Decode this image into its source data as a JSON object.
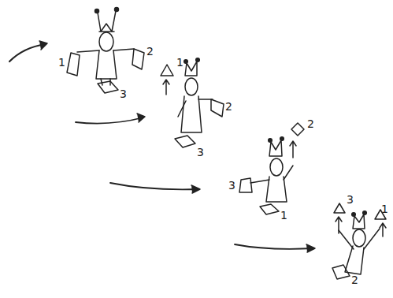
{
  "diagram": {
    "labels": [
      "1",
      "2",
      "3",
      "1",
      "2",
      "3",
      "2",
      "3",
      "1",
      "3",
      "1",
      "2"
    ]
  }
}
